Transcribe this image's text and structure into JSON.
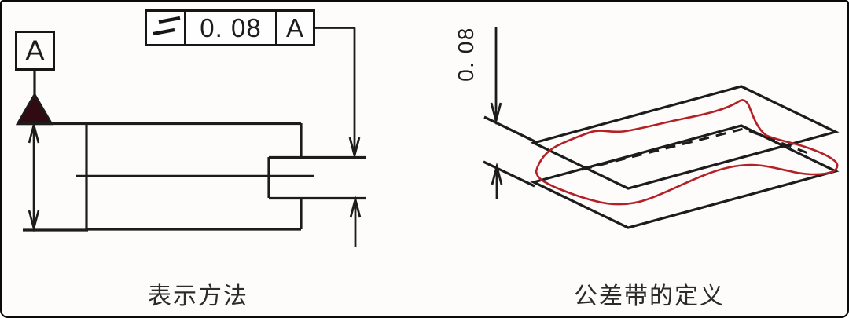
{
  "left_figure": {
    "caption": "表示方法",
    "datum_flag_label": "A",
    "feature_control_frame": {
      "symbol": "parallelism",
      "tolerance": "0. 08",
      "datum": "A"
    }
  },
  "right_figure": {
    "caption": "公差带的定义",
    "zone_width_dimension": "0. 08"
  },
  "colors": {
    "drawing_line": "#1d1c1c",
    "actual_surface_red": "#b32025",
    "datum_triangle_fill": "#300c12",
    "background": "#fdfcfb",
    "outer_border": "#0a0a0a"
  }
}
